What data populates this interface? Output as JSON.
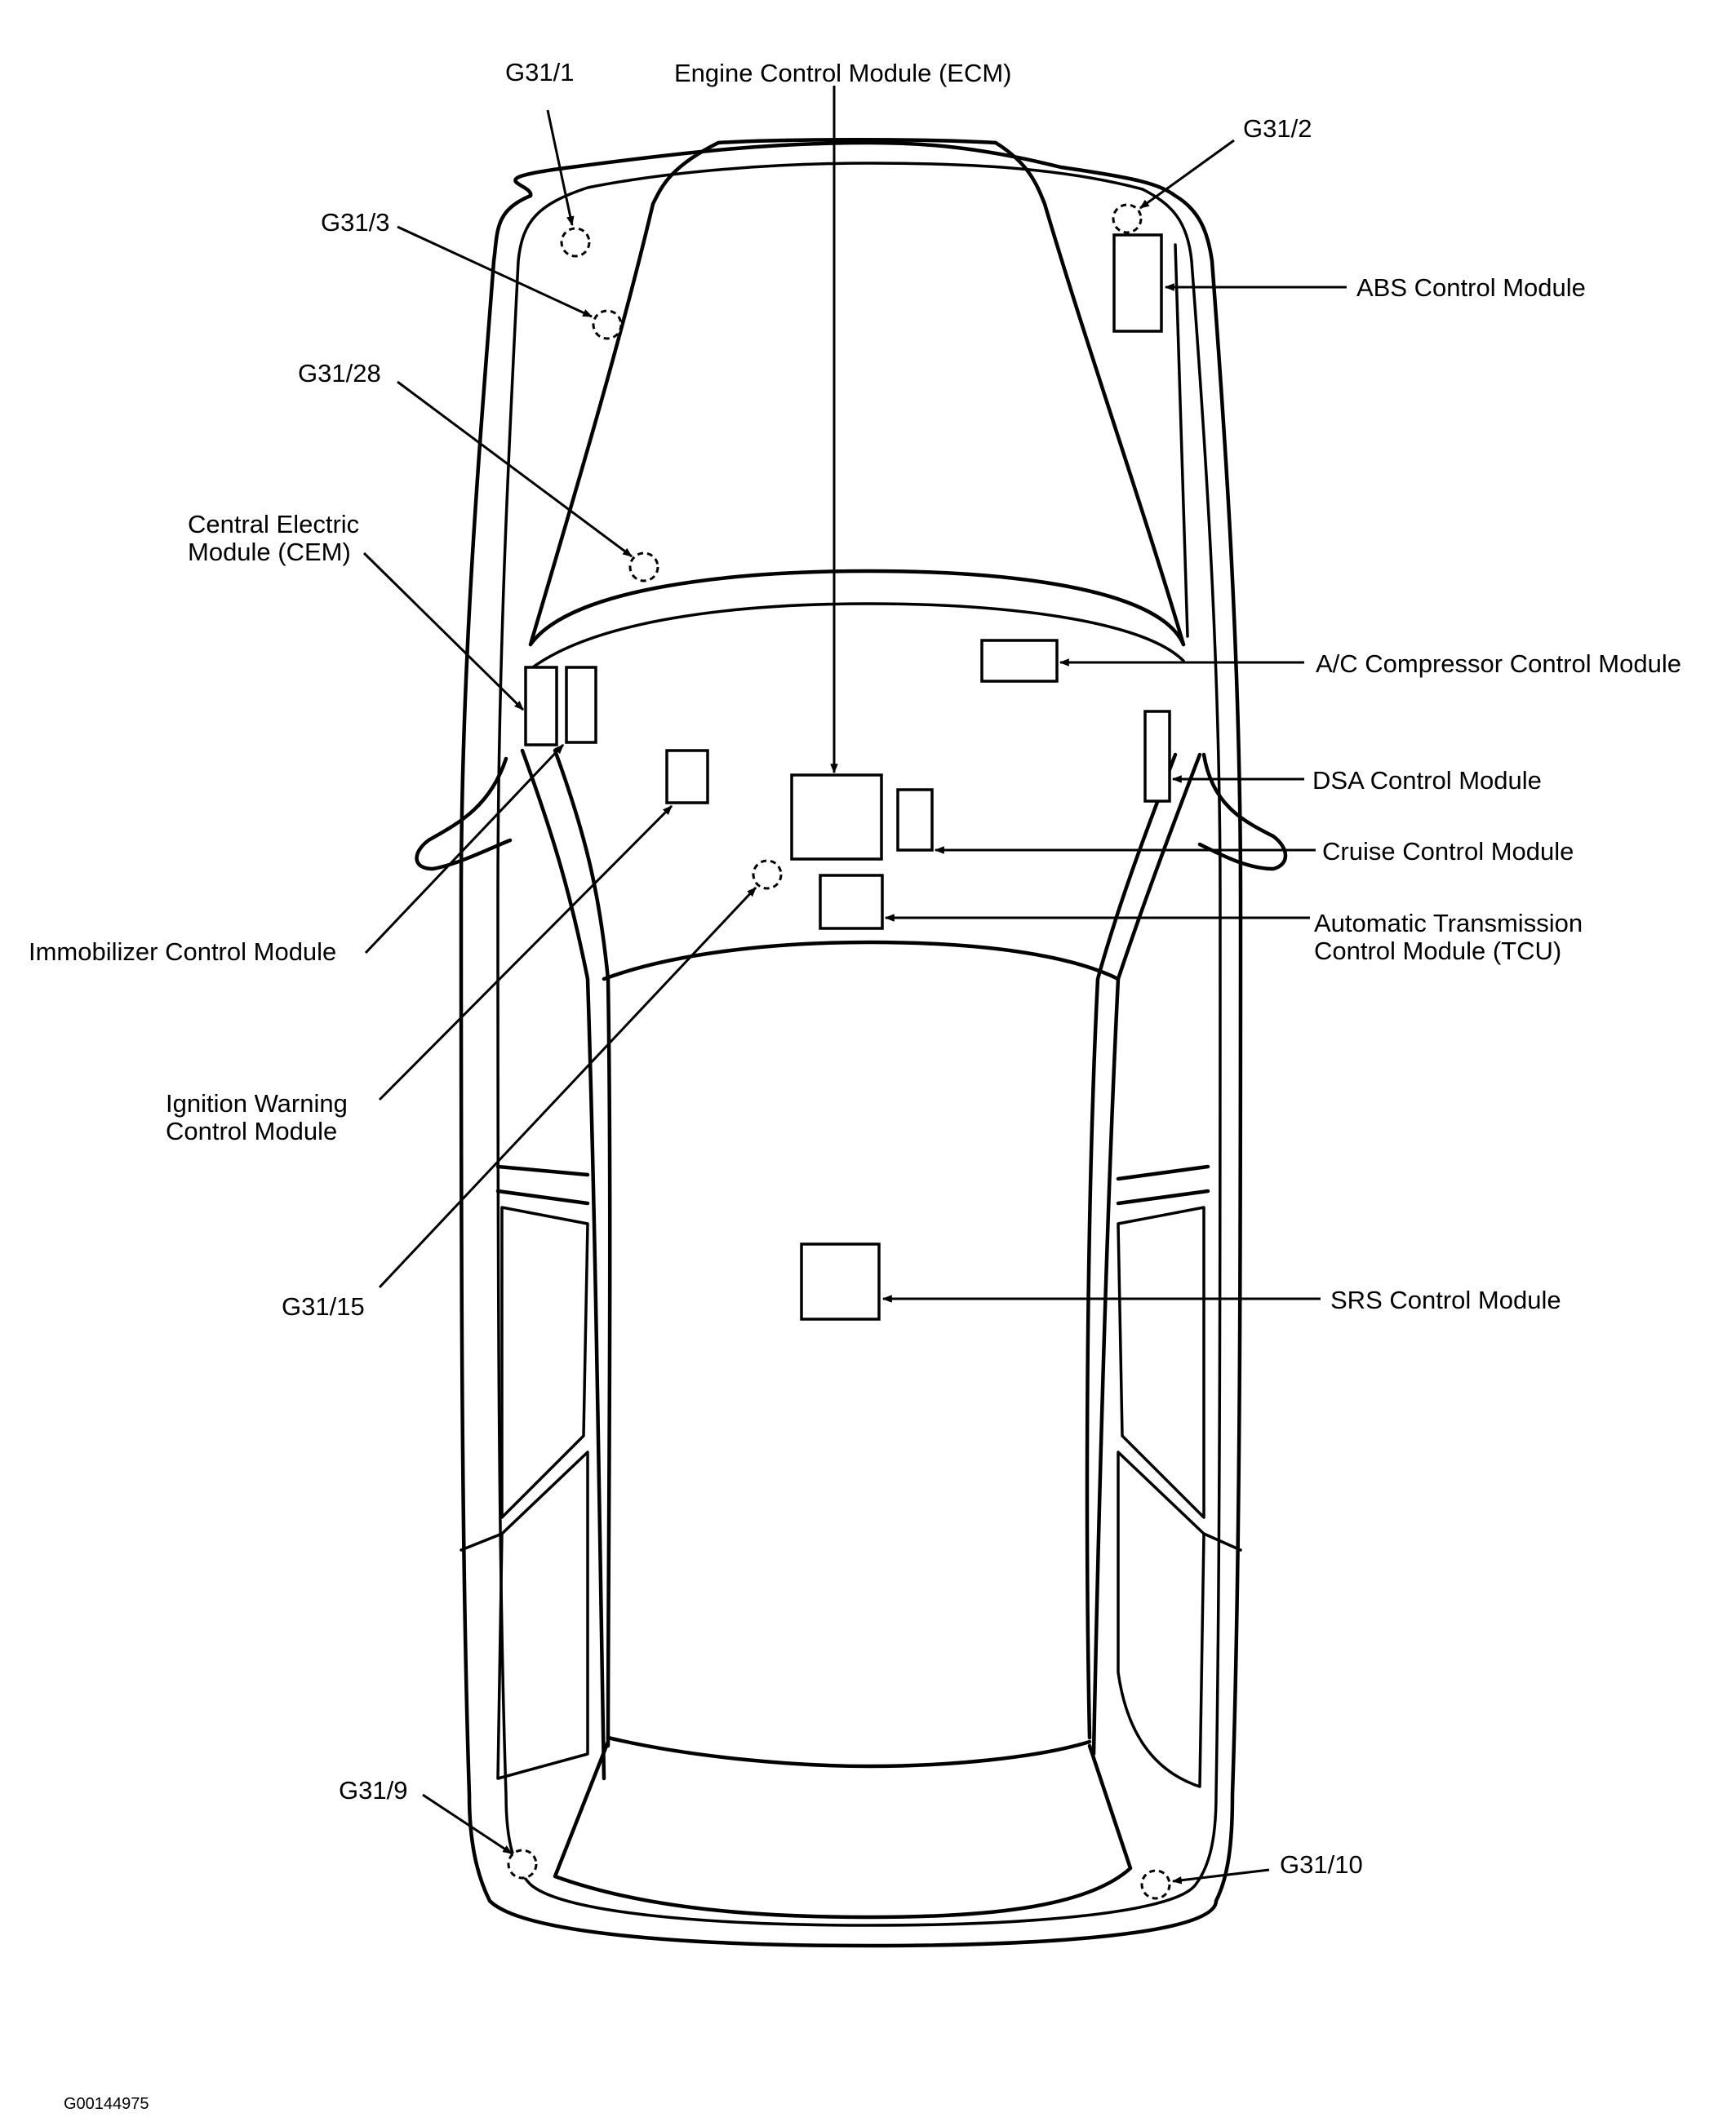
{
  "labels": {
    "ecm": "Engine Control Module (ECM)",
    "g31_1": "G31/1",
    "g31_2": "G31/2",
    "g31_3": "G31/3",
    "g31_28": "G31/28",
    "abs": "ABS Control Module",
    "cem_line1": "Central Electric",
    "cem_line2": "Module (CEM)",
    "ac": "A/C Compressor Control Module",
    "dsa": "DSA Control Module",
    "cruise": "Cruise Control Module",
    "immobilizer": "Immobilizer Control Module",
    "tcu_line1": "Automatic Transmission",
    "tcu_line2": "Control Module (TCU)",
    "ignition_line1": "Ignition Warning",
    "ignition_line2": "Control Module",
    "g31_15": "G31/15",
    "srs": "SRS Control Module",
    "g31_9": "G31/9",
    "g31_10": "G31/10"
  },
  "figure_code": "G00144975"
}
